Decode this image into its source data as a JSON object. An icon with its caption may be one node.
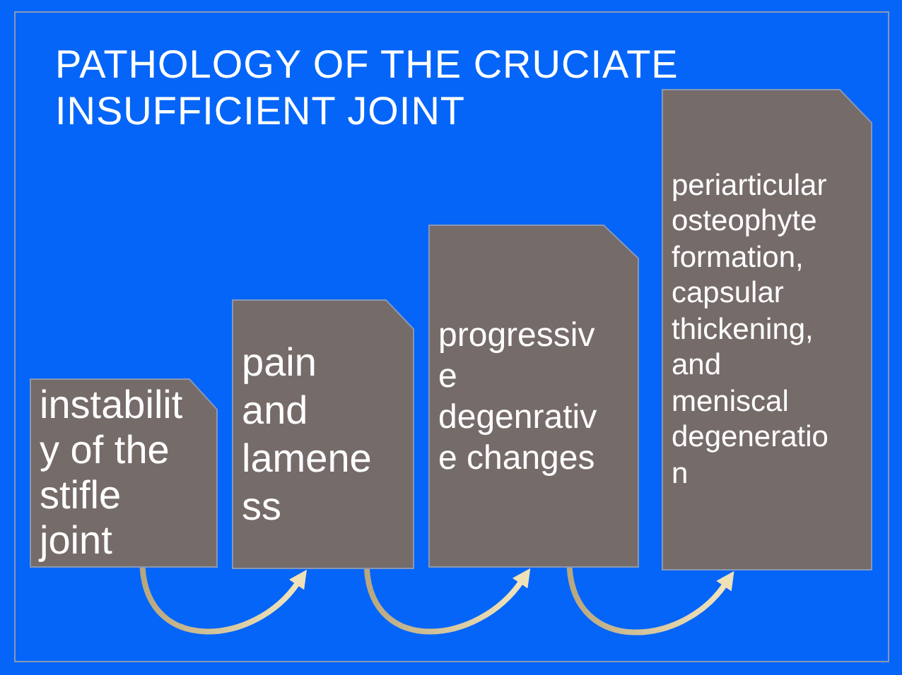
{
  "diagram": {
    "title": "PATHOLOGY OF THE CRUCIATE INSUFFICIENT JOINT",
    "nodes": [
      {
        "text": [
          "instability of the stifle joint"
        ]
      },
      {
        "text": [
          "pain and lameness"
        ]
      },
      {
        "text": [
          "progressive degenrative changes"
        ]
      },
      {
        "text": [
          "periarticular osteophyte formation, capsular thickening, and meniscal degeneration"
        ]
      }
    ],
    "edges": [
      {
        "from": 0,
        "to": 1,
        "arrow": "to"
      },
      {
        "from": 1,
        "to": 2,
        "arrow": "to"
      },
      {
        "from": 2,
        "to": 3,
        "arrow": "to"
      }
    ]
  }
}
